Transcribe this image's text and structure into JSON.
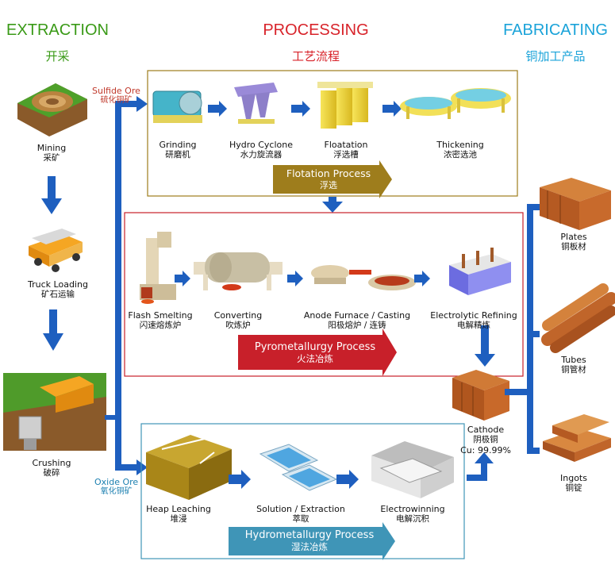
{
  "headers": {
    "extraction": {
      "en": "EXTRACTION",
      "cn": "开采",
      "color": "#3a9a17"
    },
    "processing": {
      "en": "PROCESSING",
      "cn": "工艺流程",
      "color": "#d8232a"
    },
    "fabricating": {
      "en": "FABRICATING",
      "cn": "铜加工产品",
      "color": "#1aa3d9"
    }
  },
  "extraction_steps": [
    {
      "en": "Mining",
      "cn": "采矿"
    },
    {
      "en": "Truck Loading",
      "cn": "矿石运输"
    },
    {
      "en": "Crushing",
      "cn": "破碎"
    }
  ],
  "ores": {
    "sulfide": {
      "en": "Sulfide Ore",
      "cn": "硫化铜矿",
      "color": "#c0392b"
    },
    "oxide": {
      "en": "Oxide Ore",
      "cn": "氧化铜矿",
      "color": "#1b7fb0"
    }
  },
  "flotation": {
    "steps": [
      {
        "en": "Grinding",
        "cn": "研磨机"
      },
      {
        "en": "Hydro Cyclone",
        "cn": "水力旋流器"
      },
      {
        "en": "Floatation",
        "cn": "浮选槽"
      },
      {
        "en": "Thickening",
        "cn": "浓密选池"
      }
    ],
    "banner": {
      "en": "Flotation Process",
      "cn": "浮选"
    },
    "color": "#9e7d1c"
  },
  "pyro": {
    "steps": [
      {
        "en": "Flash Smelting",
        "cn": "闪速熔炼炉"
      },
      {
        "en": "Converting",
        "cn": "吹炼炉"
      },
      {
        "en": "Anode Furnace / Casting",
        "cn": "阳极熔炉 / 连铸"
      },
      {
        "en": "Electrolytic Refining",
        "cn": "电解精炼"
      }
    ],
    "banner": {
      "en": "Pyrometallurgy Process",
      "cn": "火法冶炼"
    },
    "color": "#c8202a"
  },
  "hydro": {
    "steps": [
      {
        "en": "Heap Leaching",
        "cn": "堆浸"
      },
      {
        "en": "Solution / Extraction",
        "cn": "萃取"
      },
      {
        "en": "Electrowinning",
        "cn": "电解沉积"
      }
    ],
    "banner": {
      "en": "Hydrometallurgy Process",
      "cn": "湿法冶炼"
    },
    "color": "#3f95b7"
  },
  "cathode": {
    "en": "Cathode",
    "cn": "阴极铜",
    "purity": "Cu: 99.99%"
  },
  "products": [
    {
      "en": "Plates",
      "cn": "铜板材"
    },
    {
      "en": "Tubes",
      "cn": "铜管材"
    },
    {
      "en": "Ingots",
      "cn": "铜锭"
    }
  ],
  "colors": {
    "flow_arrow": "#1e5fbf",
    "copper": "#c0652a"
  }
}
